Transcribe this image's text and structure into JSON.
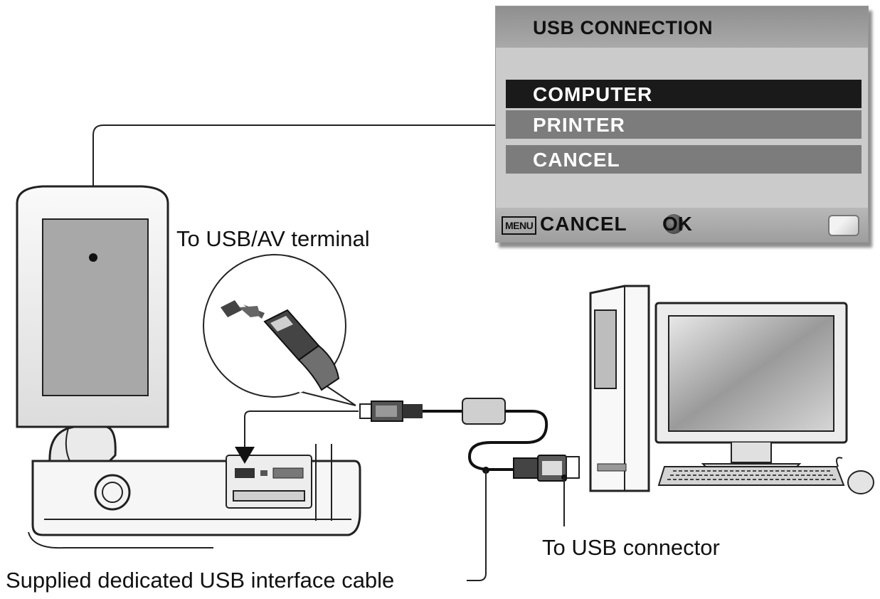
{
  "menu": {
    "title": "USB CONNECTION",
    "options": [
      {
        "label": "COMPUTER",
        "selected": true
      },
      {
        "label": "PRINTER",
        "selected": false
      },
      {
        "label": "CANCEL",
        "selected": false
      }
    ],
    "footer": {
      "menu_key": "MENU",
      "cancel_label": "CANCEL",
      "ok_label": "OK"
    }
  },
  "labels": {
    "terminal": "To USB/AV terminal",
    "connector": "To USB connector",
    "cable": "Supplied dedicated USB interface cable"
  },
  "colors": {
    "selected_option": "#1a1a1a",
    "option": "#7c7c7c",
    "menu_background": "#cbcbcb"
  },
  "icons": [
    "camera-icon",
    "usb-plug-icon",
    "computer-tower-icon",
    "monitor-icon",
    "keyboard-icon",
    "mouse-icon",
    "battery-icon"
  ]
}
